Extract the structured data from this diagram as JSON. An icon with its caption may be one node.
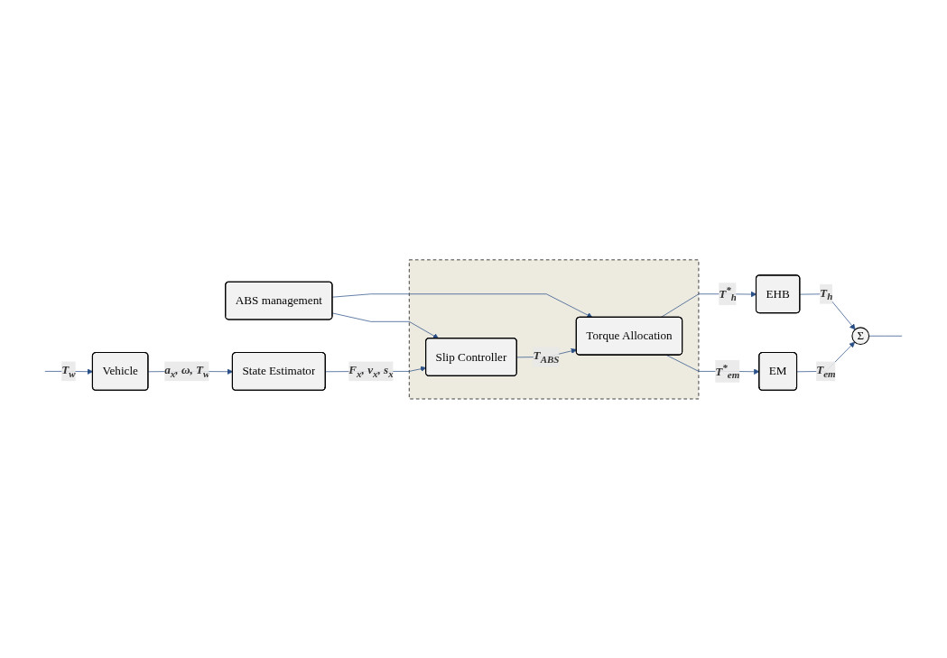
{
  "diagram": {
    "nodes": [
      {
        "text": [
          "ABS management"
        ]
      },
      {
        "text": [],
        "shape": "box"
      },
      {
        "text": [
          "Slip Controller"
        ],
        "in": 1
      },
      {
        "text": [
          "Torque Allocation"
        ],
        "in": 1
      },
      {
        "text": [
          "EHB"
        ]
      },
      {
        "text": [
          "EM"
        ]
      },
      {
        "text": [
          "Σ"
        ]
      },
      {
        "text": [
          "State Estimator"
        ]
      },
      {
        "text": [
          "Vehicle"
        ]
      }
    ],
    "edges": [
      {
        "from": 0,
        "to": 2,
        "arrow": "to"
      },
      {
        "from": 0,
        "to": 3,
        "arrow": "to"
      },
      {
        "from": 2,
        "to": 3,
        "label": "T$_{ABS}$",
        "arrow": "to"
      },
      {
        "from": 3,
        "to": 4,
        "label": "T$^{*}$$_{h}$",
        "arrow": "to"
      },
      {
        "from": 3,
        "to": 5,
        "label": "T$^{*}$$_{em}$",
        "arrow": "to"
      },
      {
        "from": 4,
        "to": 6,
        "label": "T$_{h}$",
        "arrow": "to"
      },
      {
        "from": 5,
        "to": 6,
        "label": "T$_{em}$",
        "arrow": "to"
      },
      {
        "from": 6,
        "to": null,
        "arrow": "none"
      },
      {
        "from": null,
        "to": 8,
        "label": "T$_{w}$",
        "arrow": "to"
      },
      {
        "from": 8,
        "to": 7,
        "label": "a$_{x}$, ω, T$_{w}$",
        "arrow": "to"
      },
      {
        "from": 7,
        "to": 2,
        "label": "F$_{x}$, v$_{x}$, s$_{x}$",
        "arrow": "to"
      }
    ]
  }
}
